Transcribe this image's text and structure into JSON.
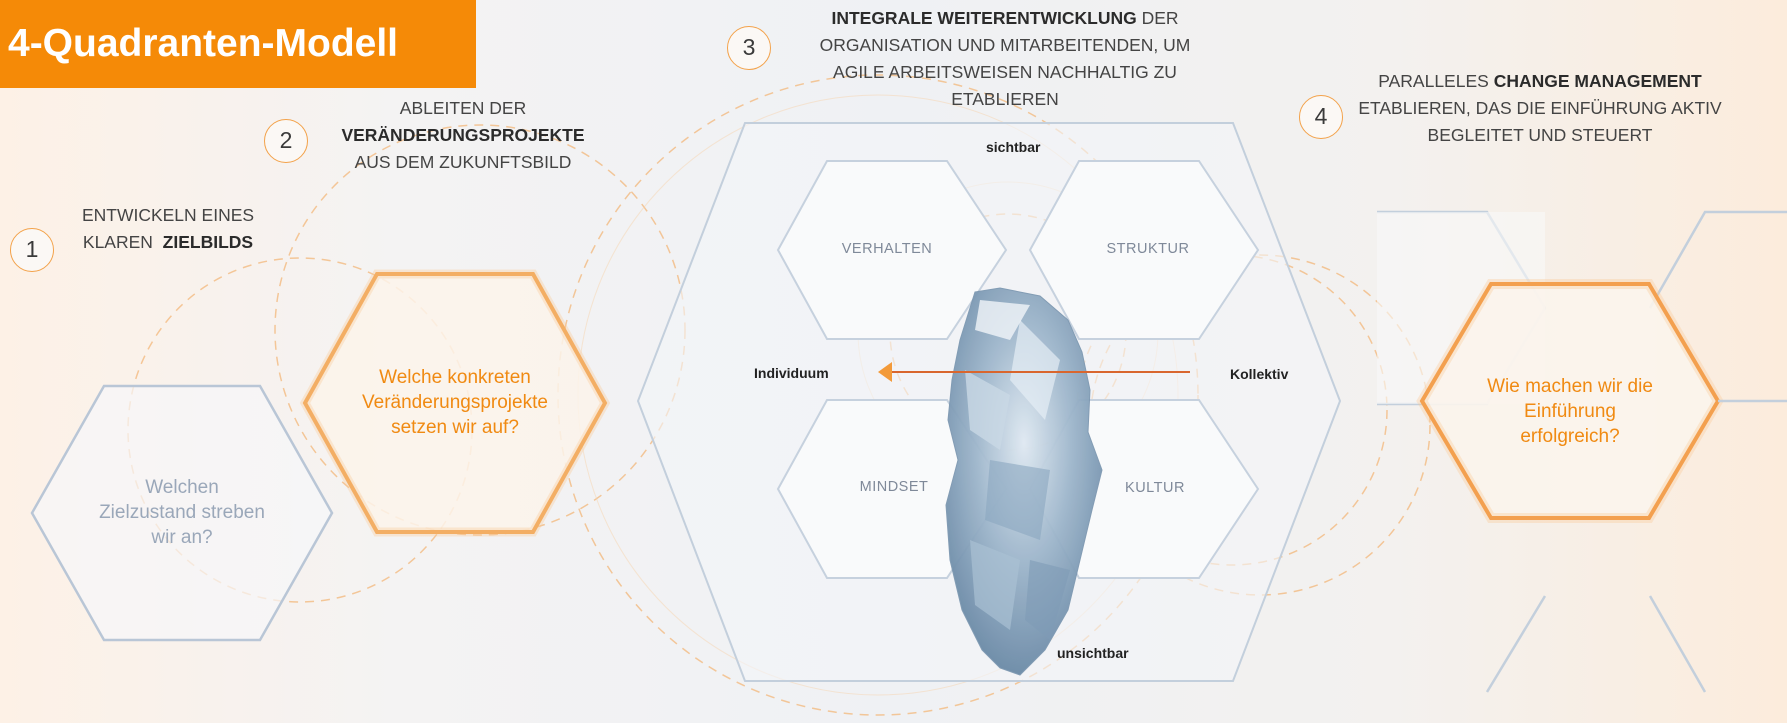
{
  "title": "4-Quadranten-Modell",
  "steps": [
    {
      "number": "1",
      "text_plain_1": "ENTWICKELN EINES",
      "text_plain_2": "KLAREN",
      "text_bold": "ZIELBILDS"
    },
    {
      "number": "2",
      "text_plain_1": "ABLEITEN DER",
      "text_bold": "VERÄNDERUNGSPROJEKTE",
      "text_plain_2": "AUS DEM ZUKUNFTSBILD"
    },
    {
      "number": "3",
      "text_bold": "INTEGRALE WEITERENTWICKLUNG",
      "text_plain_1": "DER",
      "text_plain_2": "ORGANISATION UND MITARBEITENDEN, UM",
      "text_plain_3": "AGILE ARBEITSWEISEN NACHHALTIG ZU",
      "text_plain_4": "ETABLIEREN"
    },
    {
      "number": "4",
      "text_plain_1": "PARALLELES",
      "text_bold": "CHANGE MANAGEMENT",
      "text_plain_2": "ETABLIEREN, DAS DIE EINFÜHRUNG AKTIV",
      "text_plain_3": "BEGLEITET UND STEUERT"
    }
  ],
  "questions": {
    "q1_line1": "Welchen",
    "q1_line2": "Zielzustand streben",
    "q1_line3": "wir an?",
    "q2_line1": "Welche konkreten",
    "q2_line2": "Veränderungsprojekte",
    "q2_line3": "setzen wir auf?",
    "q4_line1": "Wie machen wir die",
    "q4_line2": "Einführung",
    "q4_line3": "erfolgreich?"
  },
  "quadrant": {
    "top_label": "sichtbar",
    "bottom_label": "unsichtbar",
    "left_label": "Individuum",
    "right_label": "Kollektiv",
    "quadrants": [
      "VERHALTEN",
      "STRUKTUR",
      "MINDSET",
      "KULTUR"
    ]
  },
  "colors": {
    "accent": "#f58a07",
    "hex_gray": "#b9c6d6",
    "hex_orange": "#f0a04a",
    "question_gray": "#9aa7b9",
    "question_orange": "#f08a12"
  }
}
